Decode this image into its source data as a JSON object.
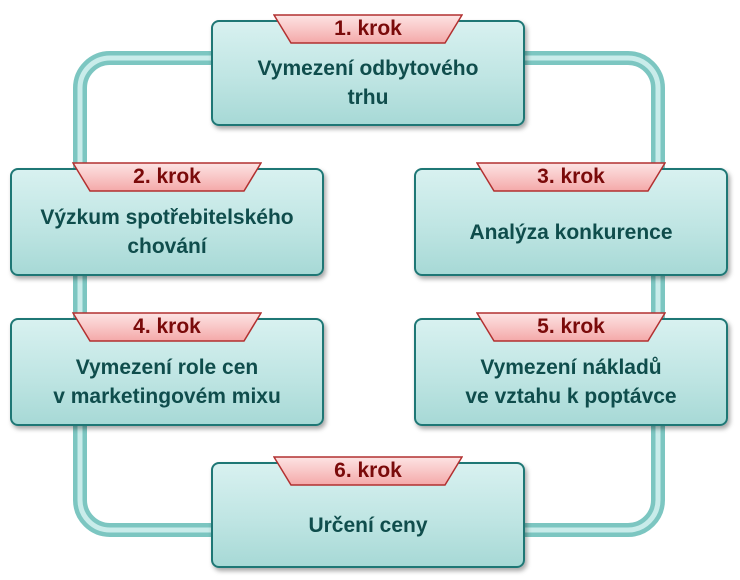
{
  "steps": [
    {
      "badge": "1. krok",
      "text": "Vymezení odbytového\ntrhu"
    },
    {
      "badge": "2. krok",
      "text": "Výzkum spotřebitelského\nchování"
    },
    {
      "badge": "3. krok",
      "text": "Analýza konkurence"
    },
    {
      "badge": "4. krok",
      "text": "Vymezení role cen\nv marketingovém mixu"
    },
    {
      "badge": "5. krok",
      "text": "Vymezení nákladů\nve vztahu k poptávce"
    },
    {
      "badge": "6. krok",
      "text": "Určení ceny"
    }
  ],
  "colors": {
    "box_border": "#1e7775",
    "box_fill": "#bfe5e3",
    "loop": "#8fd0cc",
    "tab_fill": "#f7b9b9",
    "tab_text": "#7a0a0a"
  }
}
